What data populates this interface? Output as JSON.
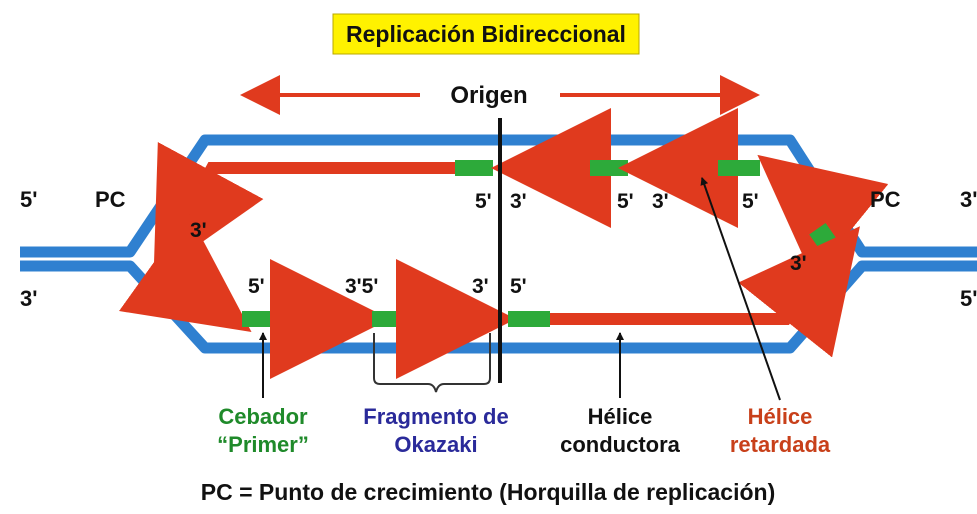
{
  "title": "Replicación Bidireccional",
  "origin_label": "Origen",
  "growth_point_label": "PC",
  "strand_ends": {
    "left_top": "5'",
    "left_bottom": "3'",
    "right_top": "3'",
    "right_bottom": "5'"
  },
  "end_labels": {
    "top_5_a": "5'",
    "top_3_a": "3'",
    "top_5_b": "5'",
    "top_3_b": "3'",
    "top_5_c": "5'",
    "left_3": "3'",
    "right_3": "3'",
    "bottom_5_a": "5'",
    "bottom_3_5": "3'5'",
    "bottom_3_b": "3'",
    "bottom_5_b": "5'"
  },
  "legend": {
    "primer_line1": "Cebador",
    "primer_line2": "“Primer”",
    "okazaki_line1": "Fragmento de",
    "okazaki_line2": "Okazaki",
    "leading_line1": "Hélice",
    "leading_line2": "conductora",
    "lagging_line1": "Hélice",
    "lagging_line2": "retardada"
  },
  "footer": "PC = Punto de crecimiento (Horquilla de replicación)",
  "colors": {
    "dna": "#2f80d0",
    "dna_edge": "#1a5fa8",
    "new_strand": "#e03a1e",
    "primer": "#2daa3a",
    "title_bg": "#fff200",
    "primer_text": "#1f8a2a",
    "okazaki_text": "#2a2a9a",
    "lagging_text": "#c8401a"
  }
}
